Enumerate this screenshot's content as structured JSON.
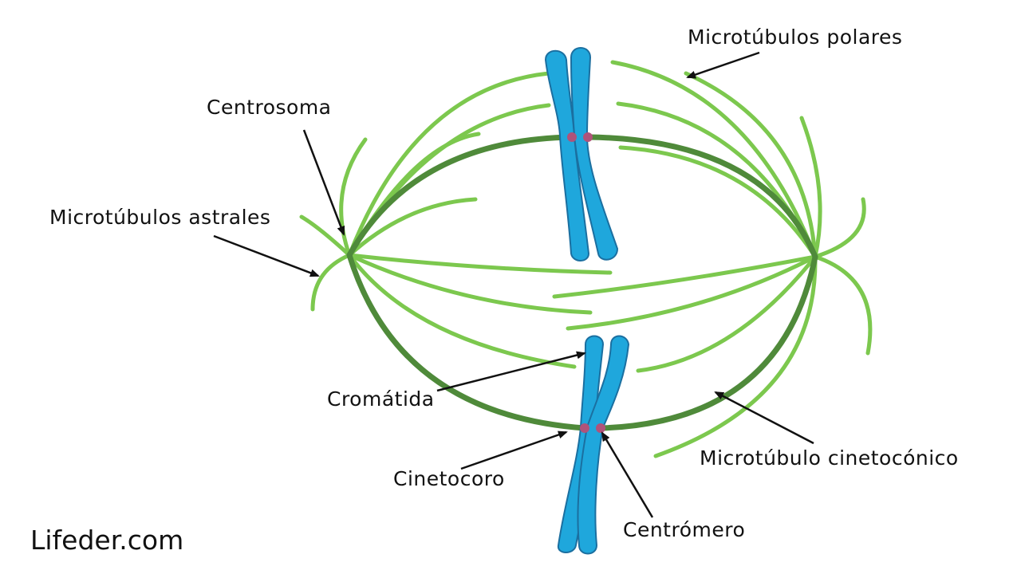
{
  "labels": {
    "microtubulos_polares": "Microtúbulos polares",
    "centrosoma": "Centrosoma",
    "microtubulos_astrales": "Microtúbulos astrales",
    "cromatida": "Cromátida",
    "cinetocoro": "Cinetocoro",
    "centromero": "Centrómero",
    "microtubulo_cinetoconico": "Microtúbulo cinetocónico"
  },
  "brand": "Lifeder.com",
  "colors": {
    "polar_microtubule": "#7cc84e",
    "kinetochore_microtubule": "#4f8a3a",
    "chromosome": "#1fa7dc",
    "chromosome_outline": "#1b6fa0",
    "centromere": "#b0537a",
    "arrow": "#111111"
  }
}
